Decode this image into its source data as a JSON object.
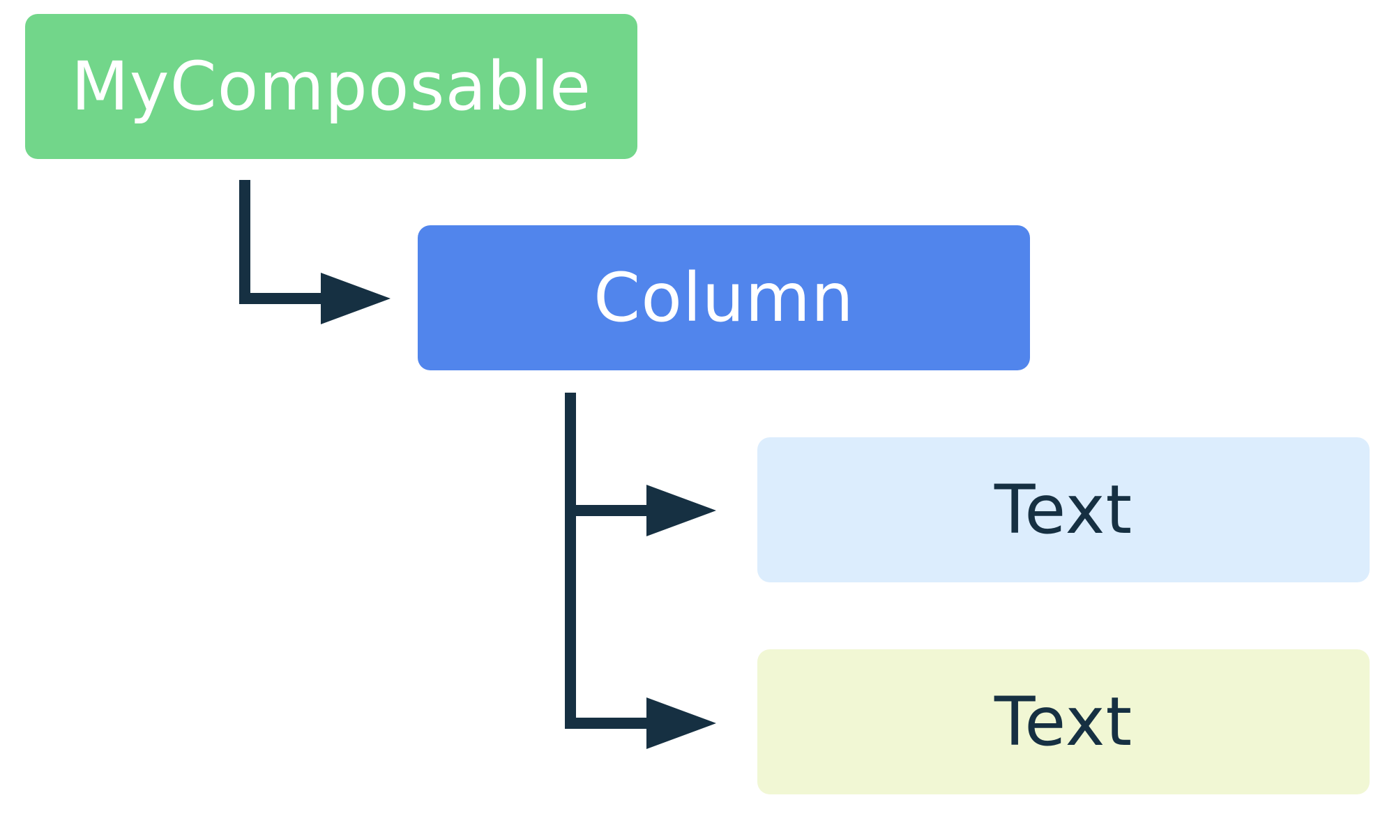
{
  "colors": {
    "connector": "#163042",
    "light_text": "#ffffff",
    "dark_text": "#163042"
  },
  "nodes": [
    {
      "label": "MyComposable",
      "fill": "#72d68a",
      "text_color": "#ffffff"
    },
    {
      "label": "Column",
      "fill": "#5185ec",
      "text_color": "#ffffff"
    },
    {
      "label": "Text",
      "fill": "#dcedfd",
      "text_color": "#163042"
    },
    {
      "label": "Text",
      "fill": "#f1f7d4",
      "text_color": "#163042"
    }
  ],
  "edges": [
    {
      "from": "MyComposable",
      "to": "Column"
    },
    {
      "from": "Column",
      "to": "Text (first)"
    },
    {
      "from": "Column",
      "to": "Text (second)"
    }
  ]
}
